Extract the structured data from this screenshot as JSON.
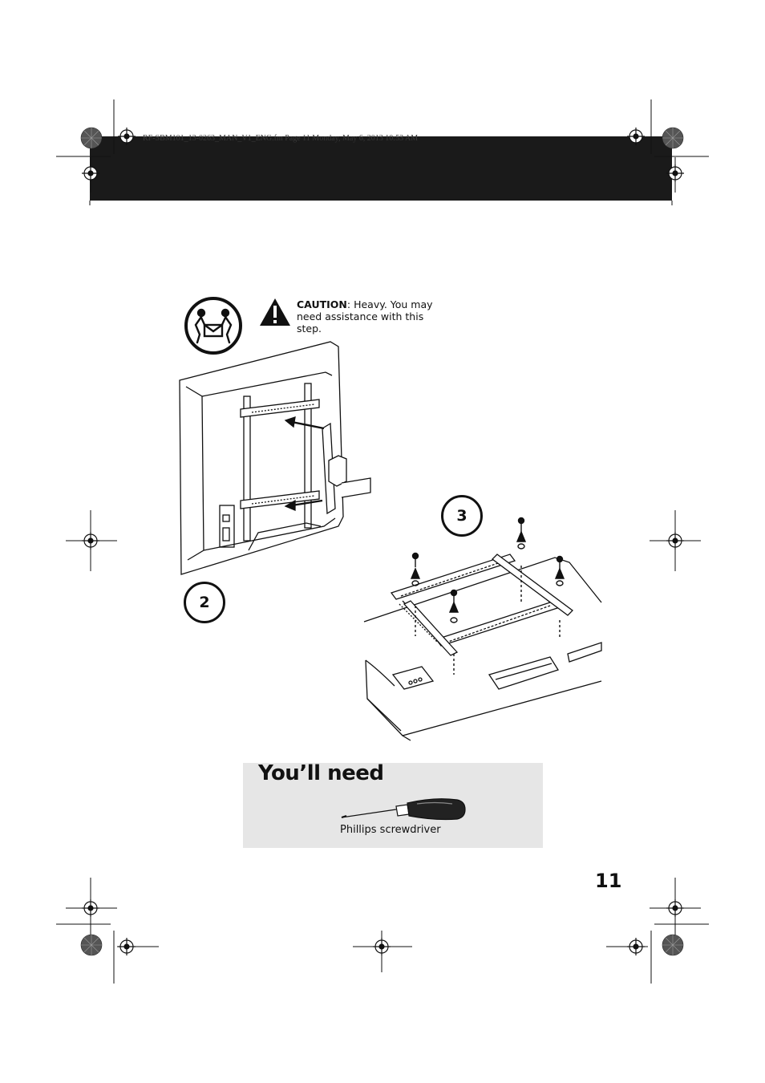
{
  "header": {
    "slug": "RF-SBM101_13-0263_MAN_V1_ENG.fm  Page 11  Monday, May 6, 2013  10:53 AM"
  },
  "caution": {
    "label": "CAUTION",
    "text": ": Heavy. You may need assistance with this step.",
    "icons": [
      "two-person-lift-icon",
      "warning-triangle-icon"
    ]
  },
  "steps": {
    "step_2": "2",
    "step_3": "3"
  },
  "youll_need": {
    "title": "You’ll need",
    "tool_label": "Phillips screwdriver",
    "tool_icon": "screwdriver-icon"
  },
  "page_number": "11",
  "colors": {
    "header_band": "#1a1a1a",
    "panel_bg": "#e6e6e6"
  }
}
